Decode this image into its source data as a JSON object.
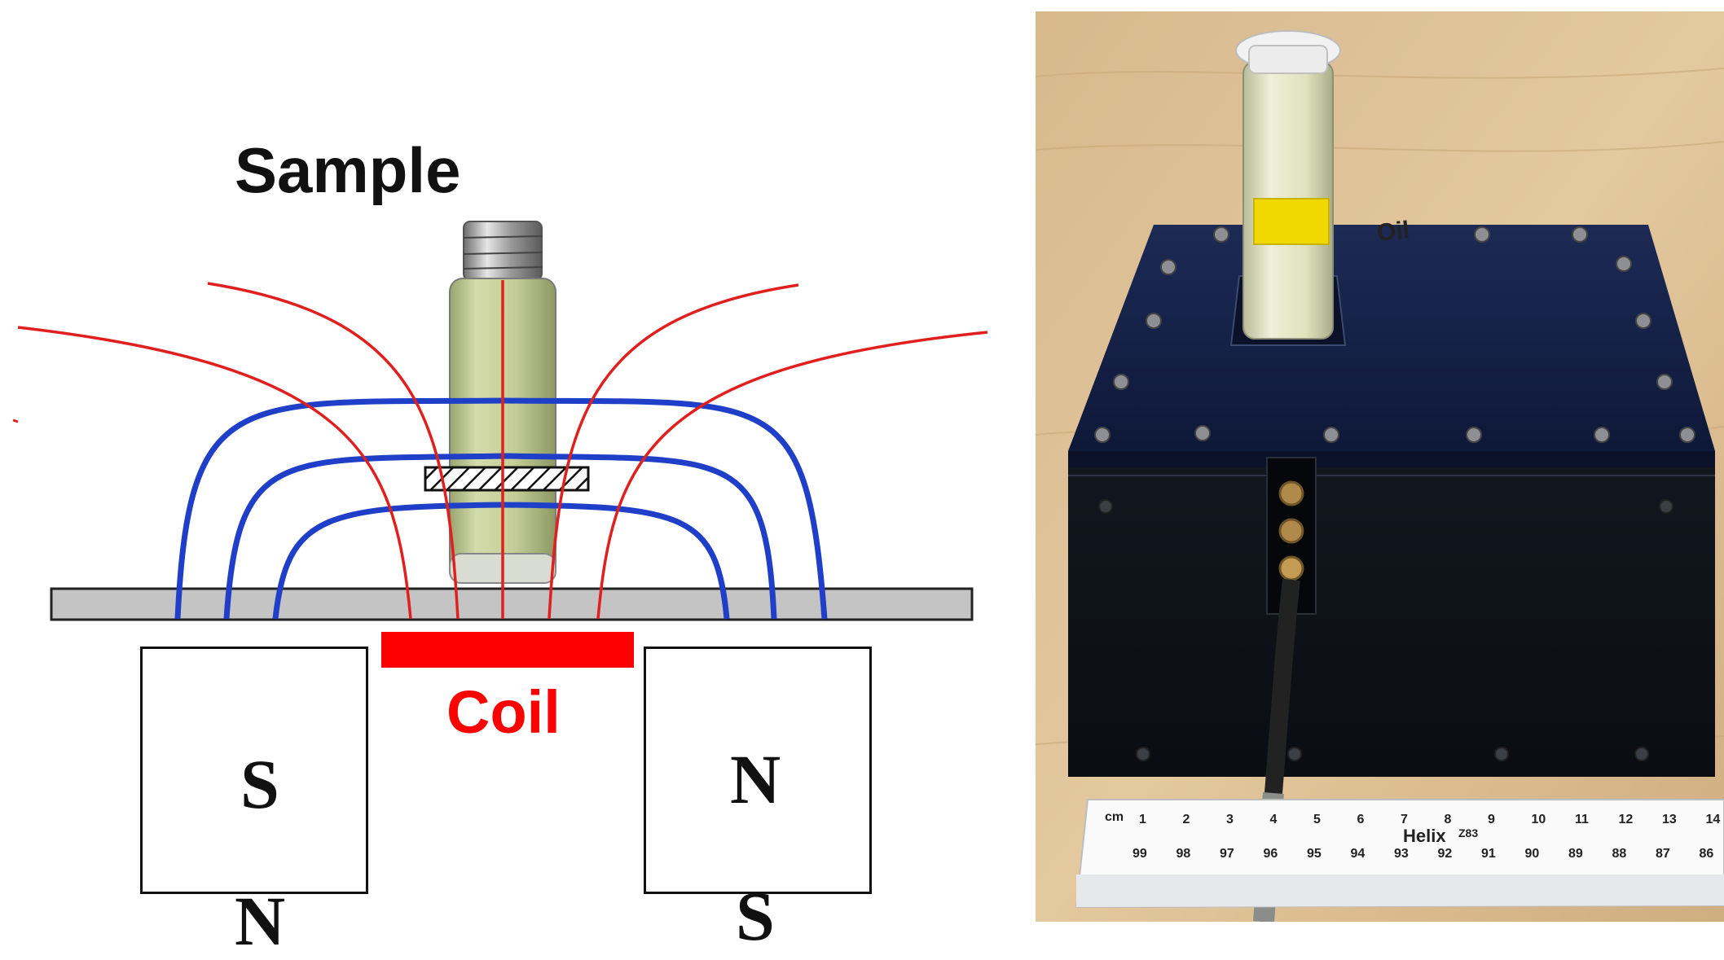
{
  "diagram": {
    "sample_label": "Sample",
    "coil_label": "Coil",
    "left_magnet": {
      "top_pole": "S",
      "bottom_pole": "N"
    },
    "right_magnet": {
      "top_pole": "N",
      "bottom_pole": "S"
    },
    "colors": {
      "rf_field_lines": "#e0201e",
      "magnet_field_lines": "#1f3fc8",
      "coil": "#ff0000",
      "plate": "#c4c4c4",
      "sample_fluid": "#c9d2a0"
    }
  },
  "photo": {
    "vial_label": "Oil",
    "ruler": {
      "unit": "cm",
      "brand": "Helix",
      "model": "Z83",
      "top_scale": [
        "1",
        "2",
        "3",
        "4",
        "5",
        "6",
        "7",
        "8",
        "9",
        "10",
        "11",
        "12",
        "13",
        "14"
      ],
      "bottom_scale": [
        "99",
        "98",
        "97",
        "96",
        "95",
        "94",
        "93",
        "92",
        "91",
        "90",
        "89",
        "88",
        "87",
        "86"
      ]
    }
  }
}
